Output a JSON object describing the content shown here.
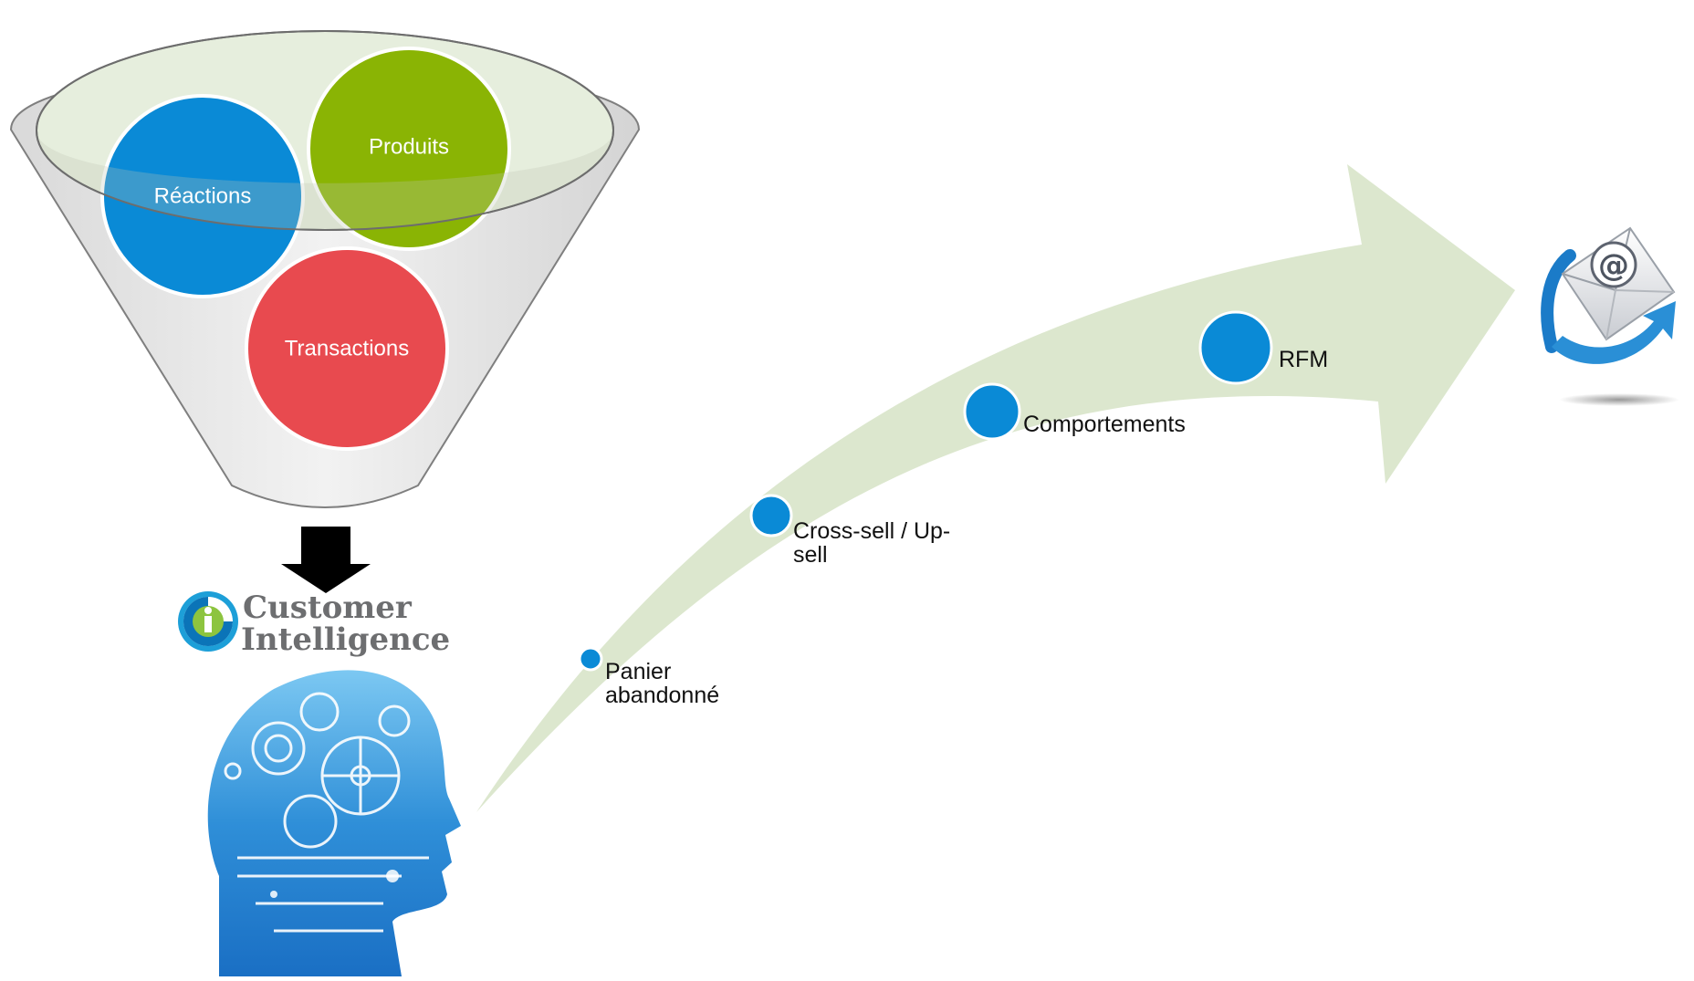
{
  "funnel": {
    "circles": [
      {
        "label": "Réactions",
        "color": "#0a8ad6"
      },
      {
        "label": "Produits",
        "color": "#8ab404"
      },
      {
        "label": "Transactions",
        "color": "#e84a4f"
      }
    ]
  },
  "brand": {
    "line1": "Customer",
    "line2": "Intelligence"
  },
  "journey": {
    "arrow_color": "#dce7ce",
    "dot_color": "#0a8ad6",
    "steps": [
      {
        "line1": "Panier",
        "line2": "abandonné"
      },
      {
        "line1": "Cross-sell / Up-",
        "line2": "sell"
      },
      {
        "line1": "Comportements",
        "line2": ""
      },
      {
        "line1": "RFM",
        "line2": ""
      }
    ]
  },
  "icons": {
    "target": "email-icon",
    "head": "gear-head-icon",
    "arrow": "down-arrow-icon"
  }
}
